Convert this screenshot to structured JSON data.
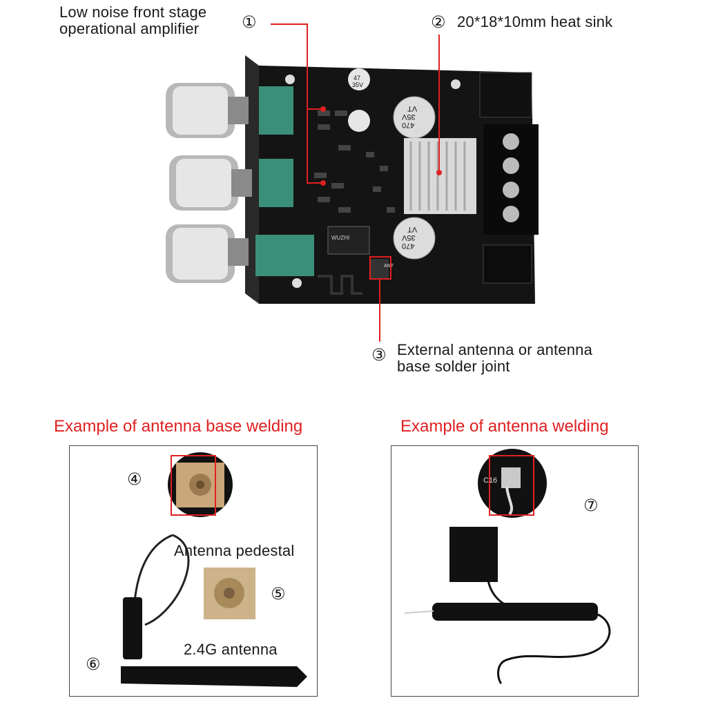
{
  "callouts": {
    "c1": {
      "number": "①",
      "text_line1": "Low noise front stage",
      "text_line2": "operational amplifier"
    },
    "c2": {
      "number": "②",
      "text": "20*18*10mm heat sink"
    },
    "c3": {
      "number": "③",
      "text_line1": "External antenna or antenna",
      "text_line2": "base solder joint"
    },
    "c4": {
      "number": "④"
    },
    "c5": {
      "number": "⑤"
    },
    "c6": {
      "number": "⑥"
    },
    "c7": {
      "number": "⑦"
    }
  },
  "left_panel": {
    "title": "Example of antenna base welding",
    "pedestal_label": "Antenna pedestal",
    "antenna_label": "2.4G antenna"
  },
  "right_panel": {
    "title": "Example of antenna welding"
  },
  "board_silkscreen": {
    "cap1": "470",
    "cap1b": "35V",
    "cap1c": "VT",
    "cap2": "470",
    "cap2b": "35V",
    "cap2c": "VT",
    "small_cap": "47",
    "small_cap_v": "35V",
    "ant": "ANT",
    "chip": "WUZHI",
    "c16": "C16"
  },
  "colors": {
    "accent_red": "#e02020",
    "pcb": "#141414",
    "pot_green": "#3a8f7a"
  }
}
